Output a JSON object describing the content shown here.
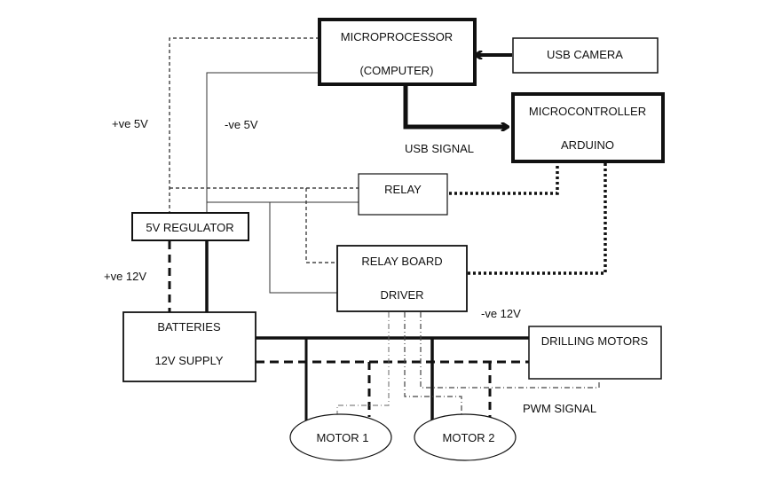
{
  "diagram": {
    "blocks": {
      "microprocessor": {
        "line1": "MICROPROCESSOR",
        "line2": "(COMPUTER)"
      },
      "usb_camera": {
        "line1": "USB CAMERA"
      },
      "microcontroller": {
        "line1": "MICROCONTROLLER",
        "line2": "ARDUINO"
      },
      "relay": {
        "line1": "RELAY"
      },
      "regulator": {
        "line1": "5V REGULATOR"
      },
      "relay_board": {
        "line1": "RELAY BOARD",
        "line2": "DRIVER"
      },
      "batteries": {
        "line1": "BATTERIES",
        "line2": "12V SUPPLY"
      },
      "drilling_motors": {
        "line1": "DRILLING MOTORS"
      },
      "motor1": {
        "line1": "MOTOR 1"
      },
      "motor2": {
        "line1": "MOTOR 2"
      }
    },
    "labels": {
      "pos_5v": "+ve 5V",
      "neg_5v": "-ve 5V",
      "usb_signal": "USB SIGNAL",
      "pos_12v": "+ve 12V",
      "neg_12v": "-ve 12V",
      "pwm_signal": "PWM SIGNAL"
    },
    "connections": [
      {
        "from": "usb_camera",
        "to": "microprocessor",
        "style": "thick-arrow"
      },
      {
        "from": "microprocessor",
        "to": "microcontroller",
        "style": "thick-arrow",
        "label": "USB SIGNAL"
      },
      {
        "from": "microcontroller",
        "to": "relay",
        "style": "dotted"
      },
      {
        "from": "microcontroller",
        "to": "relay_board",
        "style": "dotted"
      },
      {
        "from": "microprocessor",
        "to": "regulator",
        "style": "dashed",
        "label": "+ve 5V"
      },
      {
        "from": "microprocessor",
        "to": "regulator",
        "style": "thin",
        "label": "-ve 5V"
      },
      {
        "from": "regulator",
        "to": "relay",
        "style": "dashed"
      },
      {
        "from": "regulator",
        "to": "relay_board",
        "style": "dashed"
      },
      {
        "from": "regulator",
        "to": "relay",
        "style": "thin"
      },
      {
        "from": "regulator",
        "to": "relay_board",
        "style": "thin"
      },
      {
        "from": "batteries",
        "to": "regulator",
        "style": "thick-dashed",
        "label": "+ve 12V"
      },
      {
        "from": "batteries",
        "to": "regulator",
        "style": "thick"
      },
      {
        "from": "batteries",
        "to": "drilling_motors",
        "style": "thick",
        "label": "-ve 12V"
      },
      {
        "from": "batteries",
        "to": "drilling_motors",
        "style": "thick-dashed"
      },
      {
        "from": "relay_board",
        "to": "motor1",
        "style": "dash-dot"
      },
      {
        "from": "relay_board",
        "to": "motor2",
        "style": "dash-dot"
      },
      {
        "from": "relay_board",
        "to": "drilling_motors",
        "style": "dash-dot",
        "label": "PWM SIGNAL"
      }
    ]
  }
}
